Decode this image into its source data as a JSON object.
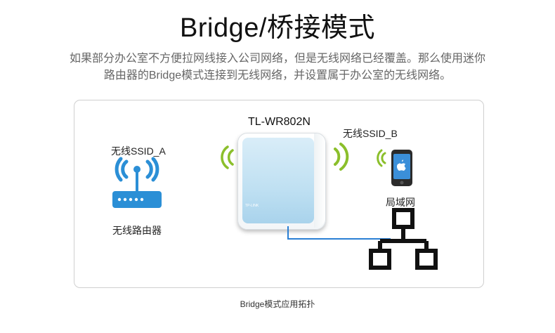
{
  "header": {
    "title": "Bridge/桥接模式",
    "description_line1": "如果部分办公室不方便拉网线接入公司网络，但是无线网络已经覆盖。那么使用迷你",
    "description_line2": "路由器的Bridge模式连接到无线网络，并设置属于办公室的无线网络。"
  },
  "diagram": {
    "ssid_a_label": "无线SSID_A",
    "router_label": "无线路由器",
    "device_model": "TL-WR802N",
    "device_brand": "TP-LINK",
    "ssid_b_label": "无线SSID_B",
    "lan_label": "局域网",
    "colors": {
      "wifi_blue": "#2b8fd6",
      "wifi_green": "#8bbf2b",
      "device_blue": "#bfe0f2",
      "link_line": "#2a7fd4",
      "network_black": "#111111"
    }
  },
  "caption": "Bridge模式应用拓扑"
}
